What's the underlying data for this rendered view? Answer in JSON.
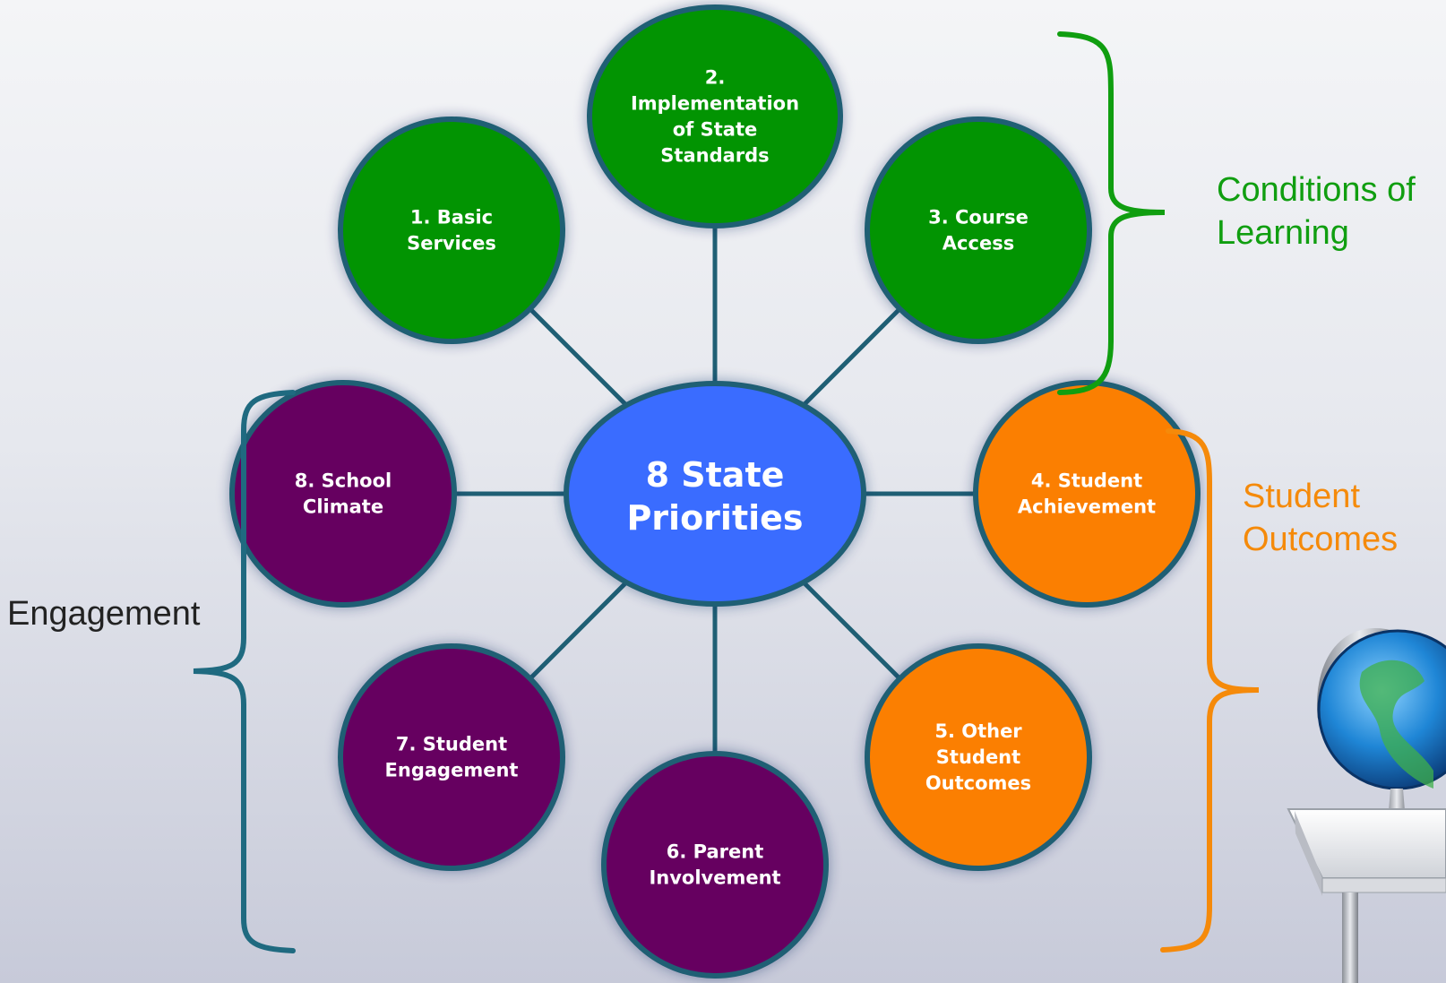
{
  "center": {
    "line1": "8 State",
    "line2": "Priorities",
    "color": "#3a6cff"
  },
  "priorities": [
    {
      "id": "basic-services",
      "lines": [
        "1. Basic",
        "Services"
      ],
      "group": "conditions"
    },
    {
      "id": "implementation-of-state-standards",
      "lines": [
        "2.",
        "Implementation",
        "of State",
        "Standards"
      ],
      "group": "conditions"
    },
    {
      "id": "course-access",
      "lines": [
        "3. Course",
        "Access"
      ],
      "group": "conditions"
    },
    {
      "id": "student-achievement",
      "lines": [
        "4. Student",
        "Achievement"
      ],
      "group": "outcomes"
    },
    {
      "id": "other-student-outcomes",
      "lines": [
        "5. Other",
        "Student",
        "Outcomes"
      ],
      "group": "outcomes"
    },
    {
      "id": "parent-involvement",
      "lines": [
        "6. Parent",
        "Involvement"
      ],
      "group": "engagement"
    },
    {
      "id": "student-engagement",
      "lines": [
        "7. Student",
        "Engagement"
      ],
      "group": "engagement"
    },
    {
      "id": "school-climate",
      "lines": [
        "8. School",
        "Climate"
      ],
      "group": "engagement"
    }
  ],
  "groups": {
    "conditions": {
      "line1": "Conditions of",
      "line2": "Learning",
      "color": "#109e10"
    },
    "outcomes": {
      "line1": "Student",
      "line2": "Outcomes",
      "color": "#f58a0a"
    },
    "engagement": {
      "line1": "Engagement",
      "color": "#660060"
    }
  },
  "colors": {
    "connector": "#1f5f74",
    "node_border": "#1f5f74",
    "engagement_bracket": "#1f6a80"
  },
  "decoration": {
    "icon": "globe-on-desk-icon"
  }
}
